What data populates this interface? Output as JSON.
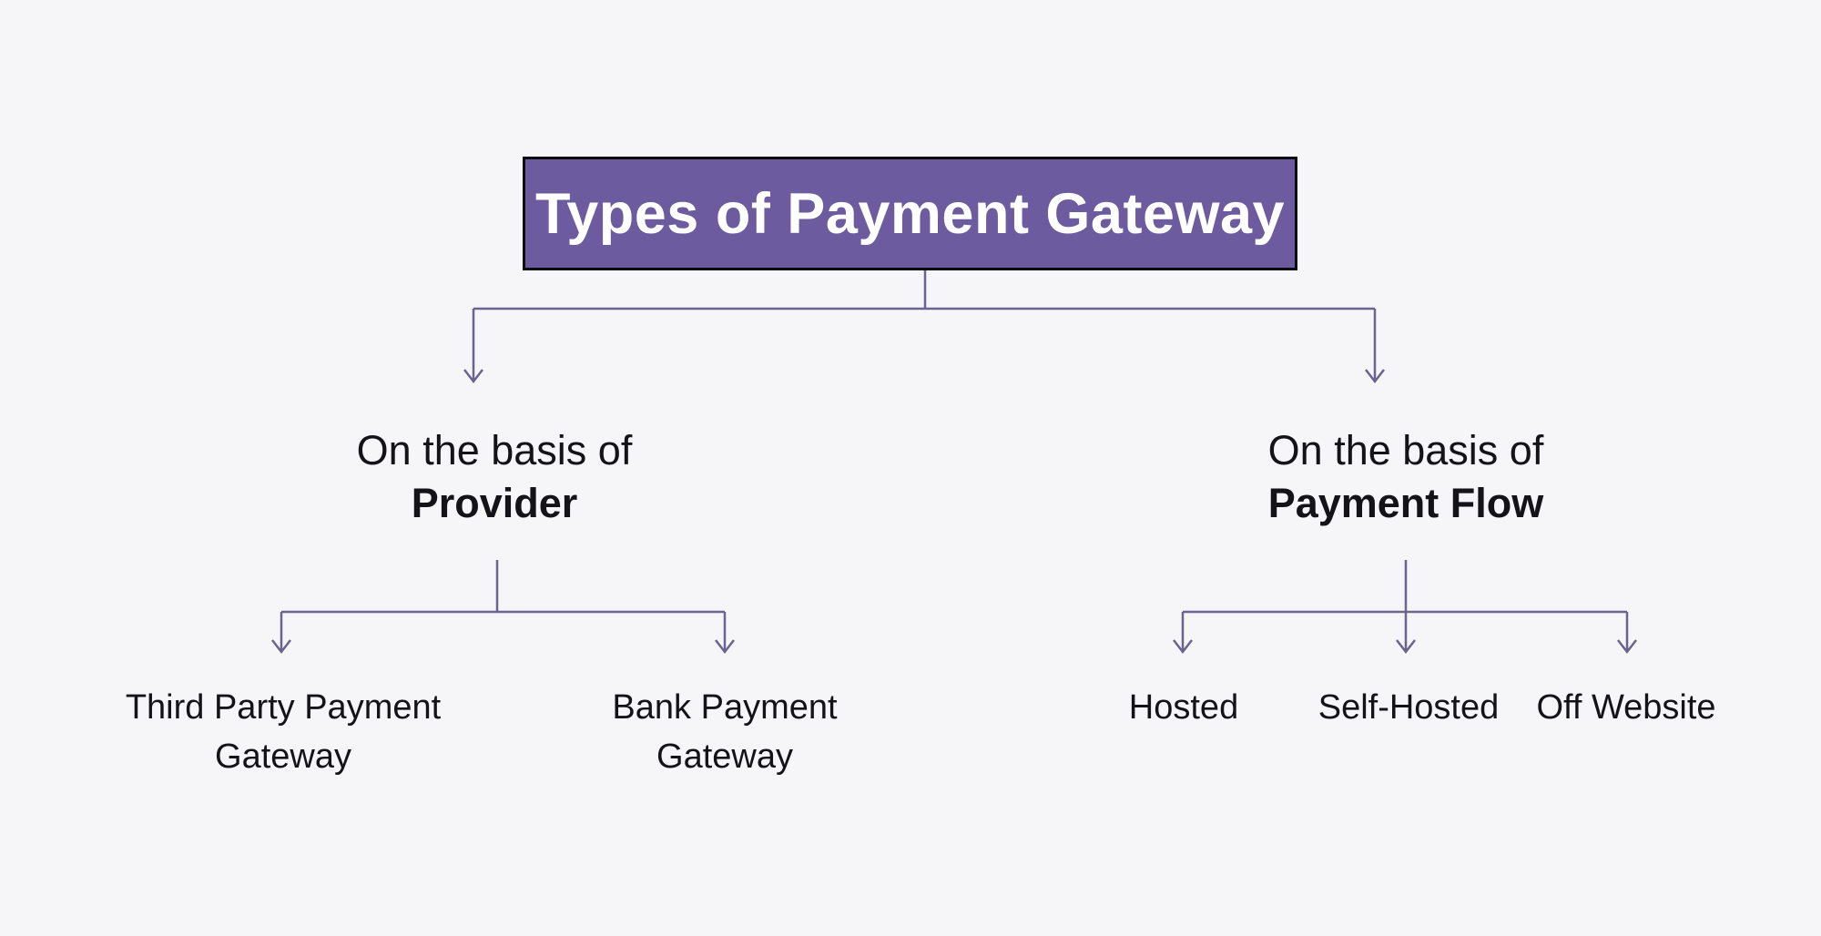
{
  "page": {
    "background_color": "#f6f6f8",
    "text_color": "#141418"
  },
  "colors": {
    "root_box_fill": "#6c5b9f",
    "root_box_border": "#0b0b0f",
    "root_title_text": "#ffffff",
    "connector_line": "#6b6390"
  },
  "diagram": {
    "title": "Types of Payment Gateway",
    "branches": [
      {
        "intro": "On the basis of",
        "name": "Provider",
        "children": [
          {
            "line1": "Third Party Payment",
            "line2": "Gateway"
          },
          {
            "line1": "Bank Payment",
            "line2": "Gateway"
          }
        ]
      },
      {
        "intro": "On the basis of",
        "name": "Payment Flow",
        "children": [
          {
            "line1": "Hosted"
          },
          {
            "line1": "Self-Hosted"
          },
          {
            "line1": "Off Website"
          }
        ]
      }
    ]
  }
}
